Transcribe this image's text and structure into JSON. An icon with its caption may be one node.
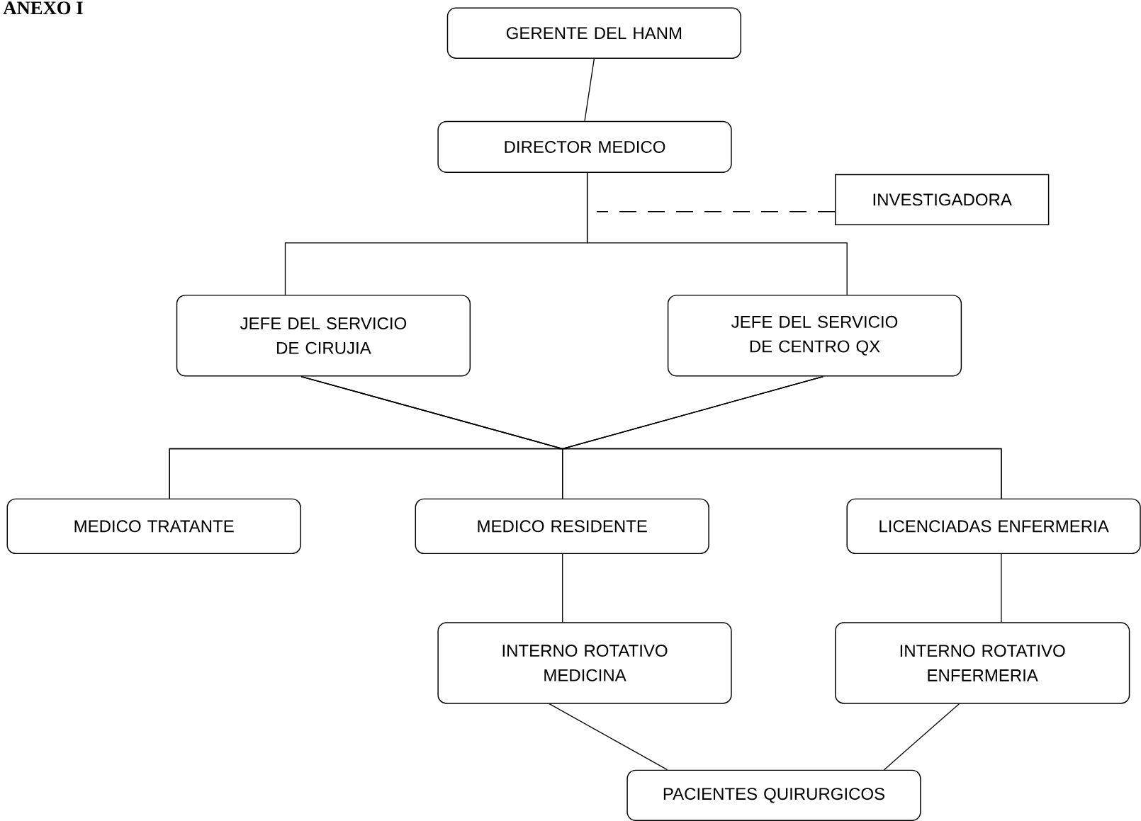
{
  "diagram": {
    "title": "ANEXO I",
    "nodes": [
      {
        "text": [
          "GERENTE DEL HANM"
        ]
      },
      {
        "text": [
          "DIRECTOR MEDICO"
        ]
      },
      {
        "text": [
          "INVESTIGADORA"
        ]
      },
      {
        "text": [
          "JEFE DEL SERVICIO DE CIRUJIA"
        ]
      },
      {
        "text": [
          "JEFE DEL SERVICIO DE CENTRO QX"
        ]
      },
      {
        "text": [
          "MEDICO TRATANTE"
        ]
      },
      {
        "text": [
          "MEDICO RESIDENTE"
        ]
      },
      {
        "text": [
          "LICENCIADAS ENFERMERIA"
        ]
      },
      {
        "text": [
          "INTERNO ROTATIVO MEDICINA"
        ]
      },
      {
        "text": [
          "INTERNO ROTATIVO ENFERMERIA"
        ]
      },
      {
        "text": [
          "PACIENTES QUIRURGICOS"
        ]
      }
    ],
    "edges": [
      {
        "from": 0,
        "to": 1,
        "arrow": "none"
      },
      {
        "from": 2,
        "to": null,
        "arrow": "none",
        "style": "dashed"
      },
      {
        "from": 1,
        "to": 3,
        "arrow": "none"
      },
      {
        "from": 1,
        "to": 4,
        "arrow": "none"
      },
      {
        "from": 3,
        "to": 5,
        "arrow": "none"
      },
      {
        "from": 3,
        "to": 6,
        "arrow": "none"
      },
      {
        "from": 3,
        "to": 7,
        "arrow": "none"
      },
      {
        "from": 4,
        "to": 5,
        "arrow": "none"
      },
      {
        "from": 4,
        "to": 6,
        "arrow": "none"
      },
      {
        "from": 4,
        "to": 7,
        "arrow": "none"
      },
      {
        "from": 6,
        "to": 8,
        "arrow": "none"
      },
      {
        "from": 7,
        "to": 9,
        "arrow": "none"
      },
      {
        "from": 8,
        "to": 10,
        "arrow": "none"
      },
      {
        "from": 9,
        "to": 10,
        "arrow": "none"
      }
    ]
  }
}
